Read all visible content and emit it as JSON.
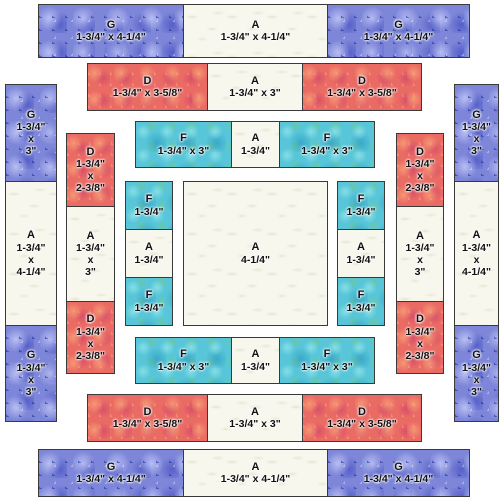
{
  "pieces": [
    {
      "id": "g-top-left",
      "letter": "G",
      "dim": "1-3/4\" x 4-1/4\""
    },
    {
      "id": "a-top",
      "letter": "A",
      "dim": "1-3/4\" x 4-1/4\""
    },
    {
      "id": "g-top-right",
      "letter": "G",
      "dim": "1-3/4\" x 4-1/4\""
    },
    {
      "id": "d-row2-left",
      "letter": "D",
      "dim": "1-3/4\" x 3-5/8\""
    },
    {
      "id": "a-row2",
      "letter": "A",
      "dim": "1-3/4\" x 3\""
    },
    {
      "id": "d-row2-right",
      "letter": "D",
      "dim": "1-3/4\" x 3-5/8\""
    },
    {
      "id": "f-row3-left",
      "letter": "F",
      "dim": "1-3/4\" x 3\""
    },
    {
      "id": "a-row3",
      "letter": "A",
      "dim": "1-3/4\""
    },
    {
      "id": "f-row3-right",
      "letter": "F",
      "dim": "1-3/4\" x 3\""
    },
    {
      "id": "g-left-top",
      "letter": "G",
      "dim1": "1-3/4\"",
      "dim2": "x",
      "dim3": "3\""
    },
    {
      "id": "a-left",
      "letter": "A",
      "dim1": "1-3/4\"",
      "dim2": "x",
      "dim3": "4-1/4\""
    },
    {
      "id": "g-left-bottom",
      "letter": "G",
      "dim1": "1-3/4\"",
      "dim2": "x",
      "dim3": "3\""
    },
    {
      "id": "d-left-top",
      "letter": "D",
      "dim1": "1-3/4\"",
      "dim2": "x",
      "dim3": "2-3/8\""
    },
    {
      "id": "a-left2",
      "letter": "A",
      "dim1": "1-3/4\"",
      "dim2": "x",
      "dim3": "3\""
    },
    {
      "id": "d-left-bottom",
      "letter": "D",
      "dim1": "1-3/4\"",
      "dim2": "x",
      "dim3": "2-3/8\""
    },
    {
      "id": "f-left-top",
      "letter": "F",
      "dim": "1-3/4\""
    },
    {
      "id": "a-left3",
      "letter": "A",
      "dim": "1-3/4\""
    },
    {
      "id": "f-left-bottom",
      "letter": "F",
      "dim": "1-3/4\""
    },
    {
      "id": "a-center",
      "letter": "A",
      "dim": "4-1/4\""
    },
    {
      "id": "f-right-top",
      "letter": "F",
      "dim": "1-3/4\""
    },
    {
      "id": "a-right3",
      "letter": "A",
      "dim": "1-3/4\""
    },
    {
      "id": "f-right-bottom",
      "letter": "F",
      "dim": "1-3/4\""
    },
    {
      "id": "d-right-top",
      "letter": "D",
      "dim1": "1-3/4\"",
      "dim2": "x",
      "dim3": "2-3/8\""
    },
    {
      "id": "a-right2",
      "letter": "A",
      "dim1": "1-3/4\"",
      "dim2": "x",
      "dim3": "3\""
    },
    {
      "id": "d-right-bottom",
      "letter": "D",
      "dim1": "1-3/4\"",
      "dim2": "x",
      "dim3": "2-3/8\""
    },
    {
      "id": "g-right-top",
      "letter": "G",
      "dim1": "1-3/4\"",
      "dim2": "x",
      "dim3": "3\""
    },
    {
      "id": "a-right",
      "letter": "A",
      "dim1": "1-3/4\"",
      "dim2": "x",
      "dim3": "4-1/4\""
    },
    {
      "id": "g-right-bottom",
      "letter": "G",
      "dim1": "1-3/4\"",
      "dim2": "x",
      "dim3": "3\""
    },
    {
      "id": "f-row7-left",
      "letter": "F",
      "dim": "1-3/4\" x 3\""
    },
    {
      "id": "a-row7",
      "letter": "A",
      "dim": "1-3/4\""
    },
    {
      "id": "f-row7-right",
      "letter": "F",
      "dim": "1-3/4\" x 3\""
    },
    {
      "id": "d-row8-left",
      "letter": "D",
      "dim": "1-3/4\" x 3-5/8\""
    },
    {
      "id": "a-row8",
      "letter": "A",
      "dim": "1-3/4\" x 3\""
    },
    {
      "id": "d-row8-right",
      "letter": "D",
      "dim": "1-3/4\" x 3-5/8\""
    },
    {
      "id": "g-bottom-left",
      "letter": "G",
      "dim": "1-3/4\" x 4-1/4\""
    },
    {
      "id": "a-bottom",
      "letter": "A",
      "dim": "1-3/4\" x 4-1/4\""
    },
    {
      "id": "g-bottom-right",
      "letter": "G",
      "dim": "1-3/4\" x 4-1/4\""
    }
  ]
}
